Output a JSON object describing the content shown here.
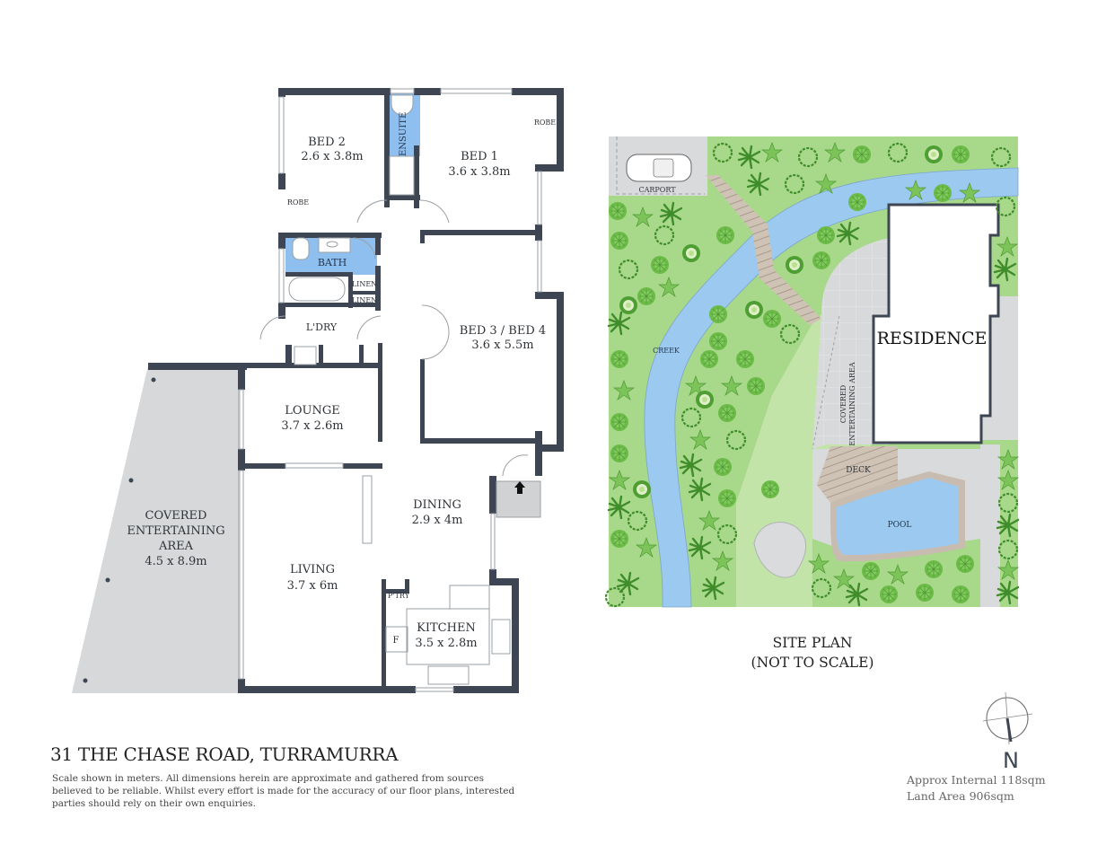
{
  "document": {
    "address": "31 THE CHASE ROAD, TURRAMURRA",
    "disclaimer": "Scale shown in meters. All dimensions herein are approximate and gathered from sources believed to be  reliable. Whilst every effort is made for the accuracy of our floor plans, interested parties should rely on their own enquiries.",
    "approx_internal": "Approx Internal 118sqm",
    "land_area": "Land Area 906sqm",
    "north_label": "N"
  },
  "floor_plan": {
    "rooms": [
      {
        "name": "BED 2",
        "size": "2.6 x 3.8m"
      },
      {
        "name": "BED 1",
        "size": "3.6 x 3.8m"
      },
      {
        "name": "BED 3 / BED 4",
        "size": "3.6 x 5.5m"
      },
      {
        "name": "LOUNGE",
        "size": "3.7 x 2.6m"
      },
      {
        "name": "DINING",
        "size": "2.9 x 4m"
      },
      {
        "name": "LIVING",
        "size": "3.7 x 6m"
      },
      {
        "name": "KITCHEN",
        "size": "3.5 x 2.8m"
      }
    ],
    "covered_area": {
      "line1": "COVERED",
      "line2": "ENTERTAINING",
      "line3": "AREA",
      "size": "4.5 x 8.9m"
    },
    "small_labels": {
      "ensuite": "ENSUITE",
      "robe_bed1": "ROBE",
      "robe_bed2": "ROBE",
      "bath": "BATH",
      "linen1": "LINEN",
      "linen2": "LINEN",
      "laundry": "L'DRY",
      "pantry": "P'TRY",
      "fridge": "F"
    },
    "colors": {
      "wall": "#3d4652",
      "wet_area": "#8fbfee",
      "covered": "#d6d8da"
    }
  },
  "site_plan": {
    "caption_line1": "SITE PLAN",
    "caption_line2": "(NOT TO SCALE)",
    "labels": {
      "carport": "CARPORT",
      "creek": "CREEK",
      "residence": "RESIDENCE",
      "covered_line1": "COVERED",
      "covered_line2": "ENTERTAINING AREA",
      "deck": "DECK",
      "pool": "POOL"
    },
    "colors": {
      "lawn": "#a8d88a",
      "lawn_light": "#c2e4a8",
      "creek": "#9cc9ef",
      "paving": "#d9dadc",
      "deck": "#c8bcb0",
      "tree_dark": "#5fae3e",
      "tree_mid": "#7cc45a"
    }
  }
}
